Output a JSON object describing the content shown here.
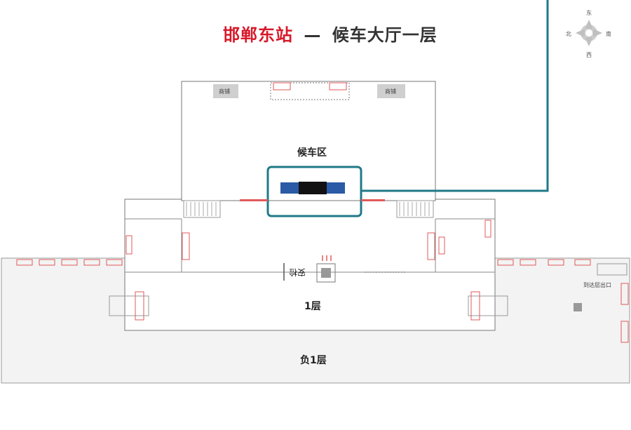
{
  "title": {
    "station": "邯郸东站",
    "separator": "—",
    "floor_name": "候车大厅一层"
  },
  "compass": {
    "north": "北",
    "south": "西",
    "east": "东",
    "west": "南"
  },
  "areas": {
    "waiting_area": "候车区",
    "security_check": "安检",
    "level_1": "1层",
    "basement_1": "负1层"
  },
  "shops": {
    "left": "商铺",
    "right": "商铺"
  },
  "exit_sign": "到达层出口",
  "colors": {
    "title_red": "#d7192a",
    "highlight_teal": "#1f7a87",
    "seat_blue": "#2b5aa6",
    "marker_red": "#e05a5a"
  }
}
